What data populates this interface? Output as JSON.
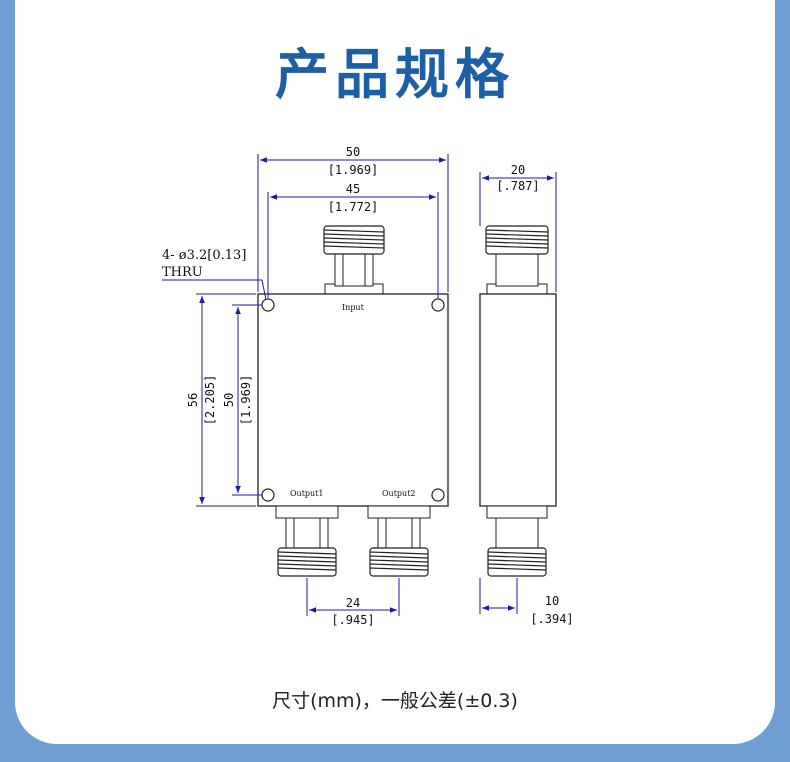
{
  "title": "产品规格",
  "footnote": "尺寸(mm)，一般公差(±0.3)",
  "dimensions": {
    "width_mm": "50",
    "width_in": "[1.969]",
    "hole_pitch_x_mm": "45",
    "hole_pitch_x_in": "[1.772]",
    "height_mm": "56",
    "height_in": "[2.205]",
    "hole_pitch_y_mm": "50",
    "hole_pitch_y_in": "[1.969]",
    "output_pitch_mm": "24",
    "output_pitch_in": "[.945]",
    "depth_mm": "20",
    "depth_in": "[.787]",
    "connector_offset_mm": "10",
    "connector_offset_in": "[.394]"
  },
  "hole_note_line1": "4- ø3.2[0.13]",
  "hole_note_line2": "THRU",
  "ports": {
    "input": "Input",
    "output1": "Output1",
    "output2": "Output2"
  },
  "colors": {
    "background": "#6f9fd2",
    "title": "#1c5fa6",
    "dimension": "#1a1aa8"
  }
}
